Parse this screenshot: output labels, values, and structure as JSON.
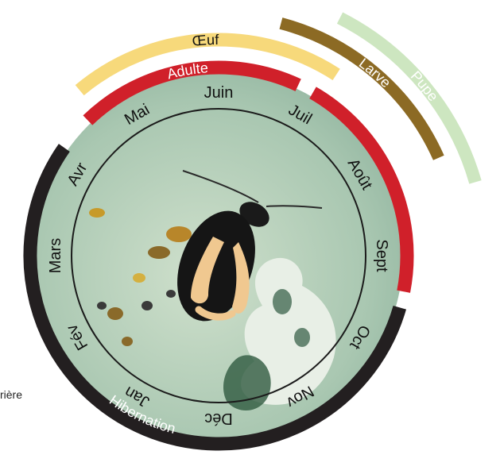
{
  "colors": {
    "hibernation": "#231f20",
    "adulte": "#d0202a",
    "oeuf": "#f7d97b",
    "larve": "#8c6a24",
    "pupe": "#cde6c0",
    "photo_bg": "#b9d0bd"
  },
  "edge_text": "rière",
  "center_image": "flea-beetle-photo",
  "months": [
    {
      "name": "Juin",
      "angle": 0
    },
    {
      "name": "Juil",
      "angle": 30
    },
    {
      "name": "Août",
      "angle": 60
    },
    {
      "name": "Sept",
      "angle": 90
    },
    {
      "name": "Oct",
      "angle": 120
    },
    {
      "name": "Nov",
      "angle": 150
    },
    {
      "name": "Déc",
      "angle": 180
    },
    {
      "name": "Jan",
      "angle": 210
    },
    {
      "name": "Fév",
      "angle": 240
    },
    {
      "name": "Mars",
      "angle": 270
    },
    {
      "name": "Avr",
      "angle": 300
    },
    {
      "name": "Mai",
      "angle": 330
    }
  ],
  "bands": [
    {
      "key": "hibernation",
      "label": "Hibernation",
      "start": 106,
      "end": 305,
      "ring": 0
    },
    {
      "key": "adulte",
      "label": "Adulte",
      "start": -44,
      "end": 25,
      "ring": 0
    },
    {
      "key": "adulte2",
      "label": "",
      "start": 30,
      "end": 101,
      "ring": 0
    },
    {
      "key": "oeuf",
      "label": "Œuf",
      "start": -40,
      "end": 33,
      "ring": 1
    },
    {
      "key": "larve",
      "label": "Larve",
      "start": 15,
      "end": 66,
      "ring": 2
    },
    {
      "key": "pupe",
      "label": "Pupe",
      "start": 27,
      "end": 74,
      "ring": 3
    }
  ]
}
